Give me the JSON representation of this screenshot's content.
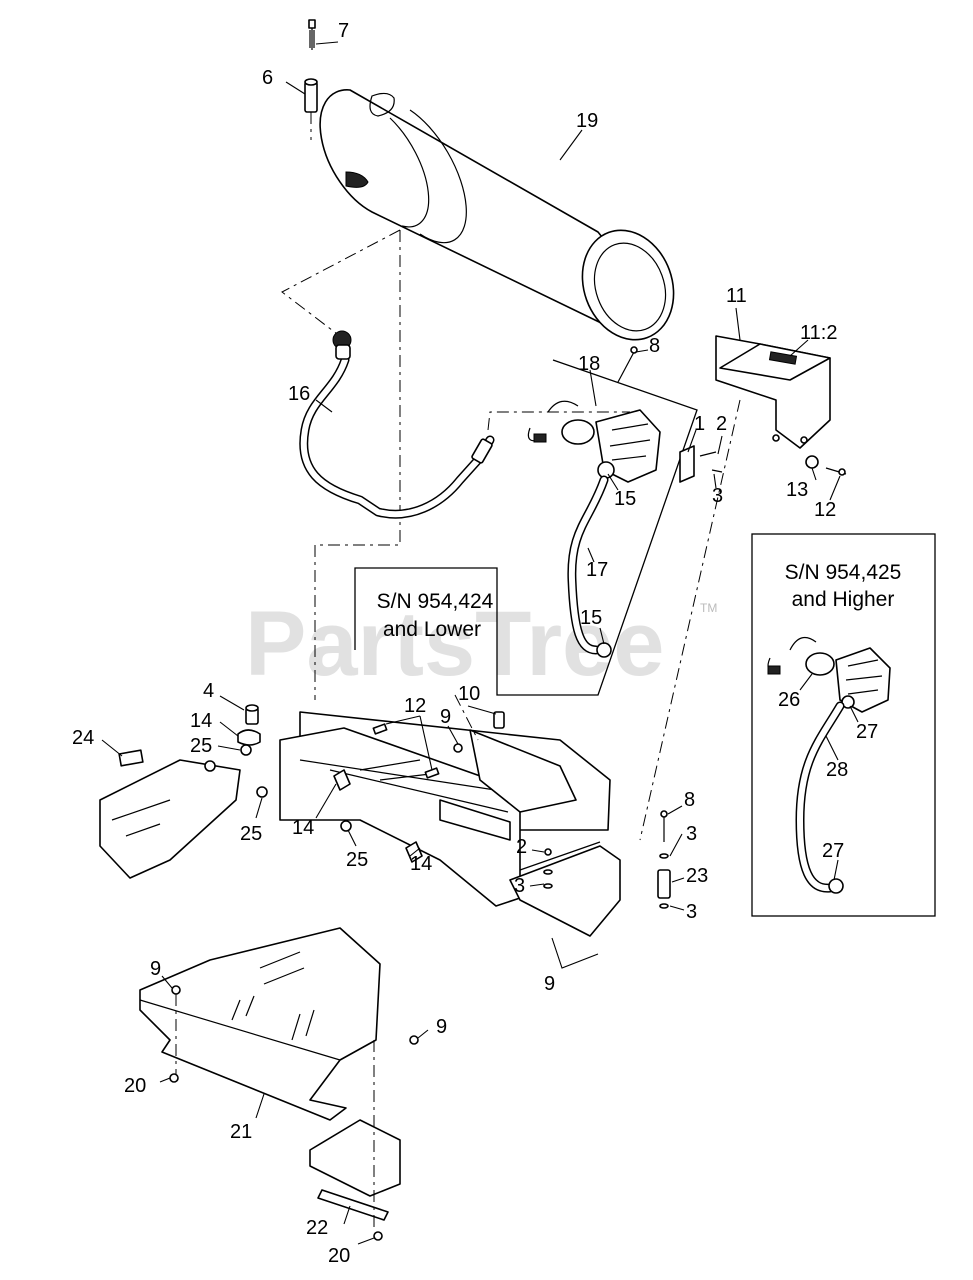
{
  "watermark": {
    "text": "PartsTree",
    "trademark": "TM"
  },
  "inset_lower": {
    "line1": "S/N 954,424",
    "line2": "and Lower"
  },
  "inset_higher": {
    "line1": "S/N 954,425",
    "line2": "and Higher"
  },
  "callouts": [
    {
      "id": "c7",
      "label": "7"
    },
    {
      "id": "c6",
      "label": "6"
    },
    {
      "id": "c19",
      "label": "19"
    },
    {
      "id": "c11",
      "label": "11"
    },
    {
      "id": "c11-2",
      "label": "11:2"
    },
    {
      "id": "c8-top",
      "label": "8"
    },
    {
      "id": "c16",
      "label": "16"
    },
    {
      "id": "c18",
      "label": "18"
    },
    {
      "id": "c1",
      "label": "1"
    },
    {
      "id": "c2-top",
      "label": "2"
    },
    {
      "id": "c3-top",
      "label": "3"
    },
    {
      "id": "c15-top",
      "label": "15"
    },
    {
      "id": "c13",
      "label": "13"
    },
    {
      "id": "c12-right",
      "label": "12"
    },
    {
      "id": "c17",
      "label": "17"
    },
    {
      "id": "c15-bot",
      "label": "15"
    },
    {
      "id": "c26",
      "label": "26"
    },
    {
      "id": "c27-top",
      "label": "27"
    },
    {
      "id": "c28",
      "label": "28"
    },
    {
      "id": "c27-bot",
      "label": "27"
    },
    {
      "id": "c4",
      "label": "4"
    },
    {
      "id": "c10",
      "label": "10"
    },
    {
      "id": "c12-mid",
      "label": "12"
    },
    {
      "id": "c9-mid",
      "label": "9"
    },
    {
      "id": "c14-a",
      "label": "14"
    },
    {
      "id": "c24",
      "label": "24"
    },
    {
      "id": "c25-a",
      "label": "25"
    },
    {
      "id": "c25-b",
      "label": "25"
    },
    {
      "id": "c14-b",
      "label": "14"
    },
    {
      "id": "c25-c",
      "label": "25"
    },
    {
      "id": "c14-c",
      "label": "14"
    },
    {
      "id": "c8-bot",
      "label": "8"
    },
    {
      "id": "c3-r1",
      "label": "3"
    },
    {
      "id": "c2-bot",
      "label": "2"
    },
    {
      "id": "c23",
      "label": "23"
    },
    {
      "id": "c3-bot",
      "label": "3"
    },
    {
      "id": "c3-r2",
      "label": "3"
    },
    {
      "id": "c9-bot",
      "label": "9"
    },
    {
      "id": "c9-left",
      "label": "9"
    },
    {
      "id": "c9-right",
      "label": "9"
    },
    {
      "id": "c20-a",
      "label": "20"
    },
    {
      "id": "c21",
      "label": "21"
    },
    {
      "id": "c22",
      "label": "22"
    },
    {
      "id": "c20-b",
      "label": "20"
    }
  ]
}
